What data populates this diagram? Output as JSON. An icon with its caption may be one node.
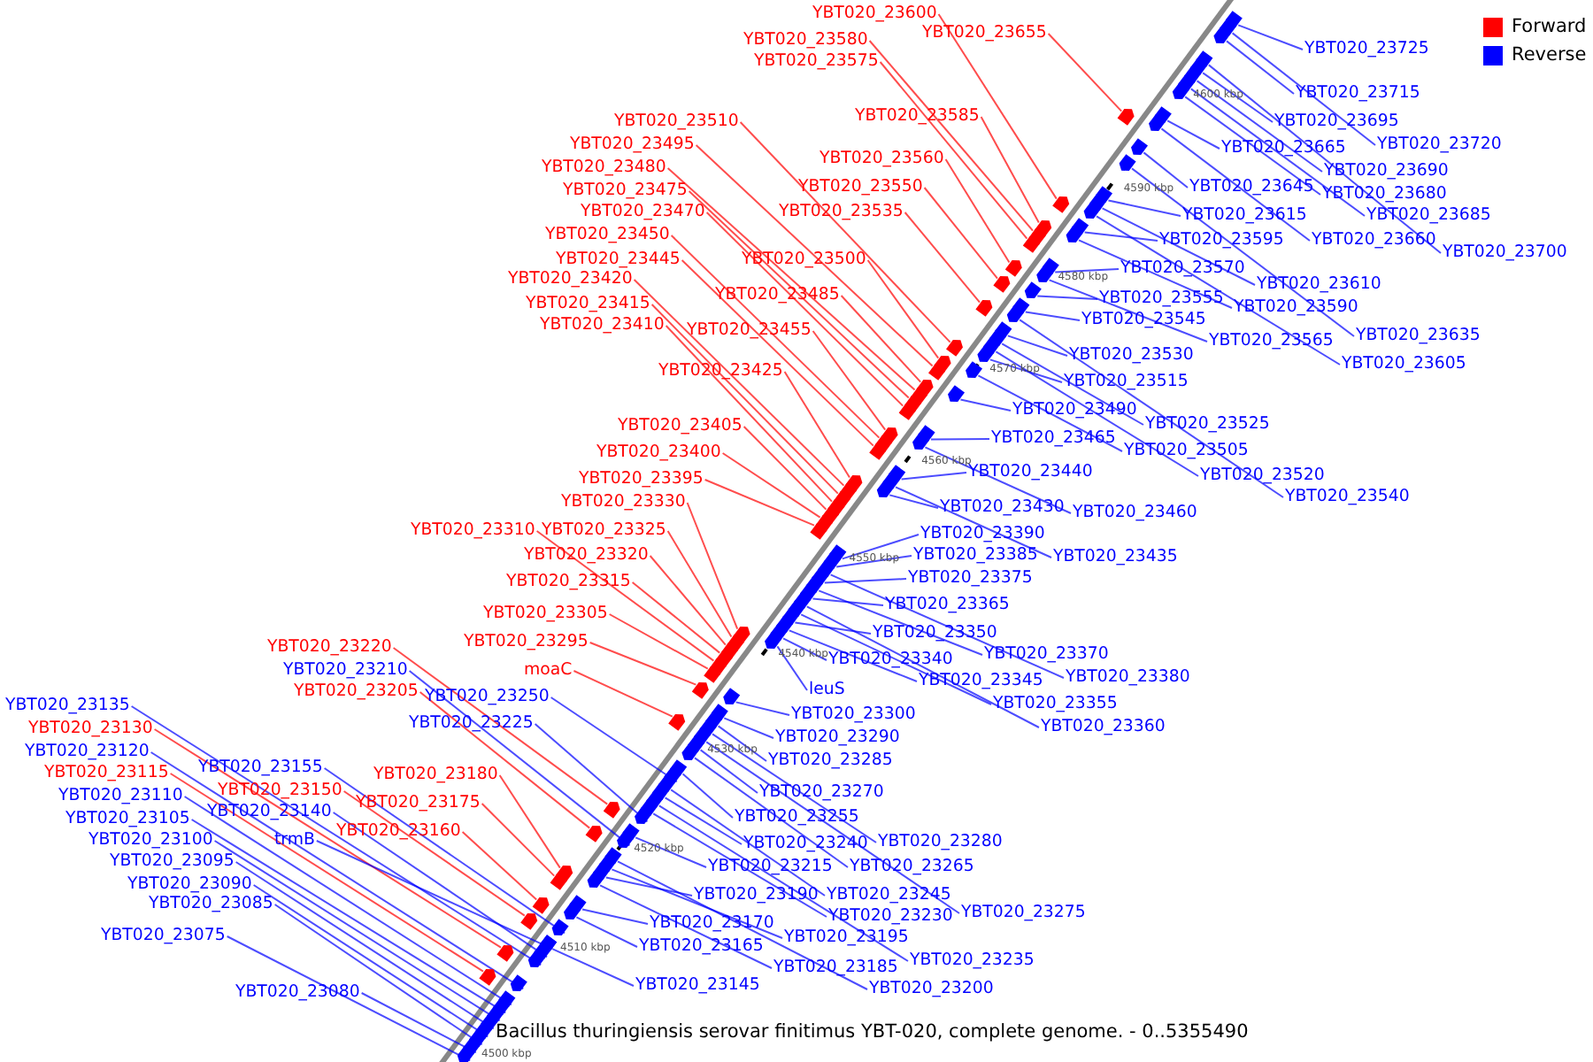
{
  "diagram": {
    "caption": "Bacillus thuringiensis serovar finitimus YBT-020, complete genome. - 0..5355490",
    "nodes": [
      {
        "text": [
          "YBT020_23600"
        ]
      },
      {
        "text": [
          "YBT020_23655"
        ]
      },
      {
        "text": [
          "YBT020_23580"
        ]
      },
      {
        "text": [
          "YBT020_23575"
        ]
      },
      {
        "text": [
          "YBT020_23585"
        ]
      },
      {
        "text": [
          "YBT020_23510"
        ]
      },
      {
        "text": [
          "YBT020_23495"
        ]
      },
      {
        "text": [
          "YBT020_23560"
        ]
      },
      {
        "text": [
          "YBT020_23480"
        ]
      },
      {
        "text": [
          "YBT020_23550"
        ]
      },
      {
        "text": [
          "YBT020_23475"
        ]
      },
      {
        "text": [
          "YBT020_23470"
        ]
      },
      {
        "text": [
          "YBT020_23535"
        ]
      },
      {
        "text": [
          "YBT020_23450"
        ]
      },
      {
        "text": [
          "YBT020_23500"
        ]
      },
      {
        "text": [
          "YBT020_23445"
        ]
      },
      {
        "text": [
          "YBT020_23420"
        ]
      },
      {
        "text": [
          "YBT020_23485"
        ]
      },
      {
        "text": [
          "YBT020_23415"
        ]
      },
      {
        "text": [
          "YBT020_23410"
        ]
      },
      {
        "text": [
          "YBT020_23455"
        ]
      },
      {
        "text": [
          "YBT020_23425"
        ]
      },
      {
        "text": [
          "YBT020_23405"
        ]
      },
      {
        "text": [
          "YBT020_23400"
        ]
      },
      {
        "text": [
          "YBT020_23395"
        ]
      },
      {
        "text": [
          "YBT020_23330"
        ]
      },
      {
        "text": [
          "YBT020_23310"
        ]
      },
      {
        "text": [
          "YBT020_23325"
        ]
      },
      {
        "text": [
          "YBT020_23320"
        ]
      },
      {
        "text": [
          "YBT020_23315"
        ]
      },
      {
        "text": [
          "YBT020_23305"
        ]
      },
      {
        "text": [
          "YBT020_23295"
        ]
      },
      {
        "text": [
          "YBT020_23220"
        ]
      },
      {
        "text": [
          "moaC"
        ]
      },
      {
        "text": [
          "YBT020_23210"
        ]
      },
      {
        "text": [
          "YBT020_23205"
        ]
      },
      {
        "text": [
          "YBT020_23250"
        ]
      },
      {
        "text": [
          "YBT020_23135"
        ]
      },
      {
        "text": [
          "YBT020_23225"
        ]
      },
      {
        "text": [
          "YBT020_23130"
        ]
      },
      {
        "text": [
          "YBT020_23120"
        ]
      },
      {
        "text": [
          "YBT020_23155"
        ]
      },
      {
        "text": [
          "YBT020_23115"
        ]
      },
      {
        "text": [
          "YBT020_23180"
        ]
      },
      {
        "text": [
          "YBT020_23150"
        ]
      },
      {
        "text": [
          "YBT020_23110"
        ]
      },
      {
        "text": [
          "YBT020_23175"
        ]
      },
      {
        "text": [
          "YBT020_23140"
        ]
      },
      {
        "text": [
          "YBT020_23105"
        ]
      },
      {
        "text": [
          "YBT020_23160"
        ]
      },
      {
        "text": [
          "trmB"
        ]
      },
      {
        "text": [
          "YBT020_23100"
        ]
      },
      {
        "text": [
          "YBT020_23095"
        ]
      },
      {
        "text": [
          "YBT020_23090"
        ]
      },
      {
        "text": [
          "YBT020_23085"
        ]
      },
      {
        "text": [
          "YBT020_23075"
        ]
      },
      {
        "text": [
          "YBT020_23080"
        ]
      },
      {
        "text": [
          "YBT020_23725"
        ]
      },
      {
        "text": [
          "YBT020_23715"
        ]
      },
      {
        "text": [
          "YBT020_23695"
        ]
      },
      {
        "text": [
          "YBT020_23720"
        ]
      },
      {
        "text": [
          "YBT020_23665"
        ]
      },
      {
        "text": [
          "YBT020_23690"
        ]
      },
      {
        "text": [
          "YBT020_23645"
        ]
      },
      {
        "text": [
          "YBT020_23680"
        ]
      },
      {
        "text": [
          "YBT020_23615"
        ]
      },
      {
        "text": [
          "YBT020_23685"
        ]
      },
      {
        "text": [
          "YBT020_23595"
        ]
      },
      {
        "text": [
          "YBT020_23660"
        ]
      },
      {
        "text": [
          "YBT020_23700"
        ]
      },
      {
        "text": [
          "YBT020_23570"
        ]
      },
      {
        "text": [
          "YBT020_23610"
        ]
      },
      {
        "text": [
          "YBT020_23555"
        ]
      },
      {
        "text": [
          "YBT020_23590"
        ]
      },
      {
        "text": [
          "YBT020_23545"
        ]
      },
      {
        "text": [
          "YBT020_23635"
        ]
      },
      {
        "text": [
          "YBT020_23565"
        ]
      },
      {
        "text": [
          "YBT020_23530"
        ]
      },
      {
        "text": [
          "YBT020_23605"
        ]
      },
      {
        "text": [
          "YBT020_23515"
        ]
      },
      {
        "text": [
          "YBT020_23490"
        ]
      },
      {
        "text": [
          "YBT020_23525"
        ]
      },
      {
        "text": [
          "YBT020_23465"
        ]
      },
      {
        "text": [
          "YBT020_23505"
        ]
      },
      {
        "text": [
          "YBT020_23440"
        ]
      },
      {
        "text": [
          "YBT020_23520"
        ]
      },
      {
        "text": [
          "YBT020_23540"
        ]
      },
      {
        "text": [
          "YBT020_23430"
        ]
      },
      {
        "text": [
          "YBT020_23460"
        ]
      },
      {
        "text": [
          "YBT020_23390"
        ]
      },
      {
        "text": [
          "YBT020_23385"
        ]
      },
      {
        "text": [
          "YBT020_23435"
        ]
      },
      {
        "text": [
          "YBT020_23375"
        ]
      },
      {
        "text": [
          "YBT020_23365"
        ]
      },
      {
        "text": [
          "YBT020_23350"
        ]
      },
      {
        "text": [
          "YBT020_23370"
        ]
      },
      {
        "text": [
          "YBT020_23340"
        ]
      },
      {
        "text": [
          "YBT020_23380"
        ]
      },
      {
        "text": [
          "YBT020_23345"
        ]
      },
      {
        "text": [
          "leuS"
        ]
      },
      {
        "text": [
          "YBT020_23355"
        ]
      },
      {
        "text": [
          "YBT020_23300"
        ]
      },
      {
        "text": [
          "YBT020_23360"
        ]
      },
      {
        "text": [
          "YBT020_23290"
        ]
      },
      {
        "text": [
          "YBT020_23285"
        ]
      },
      {
        "text": [
          "YBT020_23270"
        ]
      },
      {
        "text": [
          "YBT020_23255"
        ]
      },
      {
        "text": [
          "YBT020_23280"
        ]
      },
      {
        "text": [
          "YBT020_23240"
        ]
      },
      {
        "text": [
          "YBT020_23215"
        ]
      },
      {
        "text": [
          "YBT020_23265"
        ]
      },
      {
        "text": [
          "YBT020_23190"
        ]
      },
      {
        "text": [
          "YBT020_23245"
        ]
      },
      {
        "text": [
          "YBT020_23275"
        ]
      },
      {
        "text": [
          "YBT020_23230"
        ]
      },
      {
        "text": [
          "YBT020_23170"
        ]
      },
      {
        "text": [
          "YBT020_23195"
        ]
      },
      {
        "text": [
          "YBT020_23165"
        ]
      },
      {
        "text": [
          "YBT020_23235"
        ]
      },
      {
        "text": [
          "YBT020_23185"
        ]
      },
      {
        "text": [
          "YBT020_23145"
        ]
      },
      {
        "text": [
          "YBT020_23200"
        ]
      },
      {
        "text": [],
        "shape": "pentagon"
      },
      {
        "text": [],
        "shape": "pentagon"
      },
      {
        "text": [],
        "shape": "pentagon"
      },
      {
        "text": [],
        "shape": "pentagon"
      },
      {
        "text": [],
        "shape": "pentagon"
      },
      {
        "text": [],
        "shape": "pentagon"
      },
      {
        "text": [],
        "shape": "pentagon"
      },
      {
        "text": [],
        "shape": "pentagon"
      },
      {
        "text": [],
        "shape": "pentagon"
      },
      {
        "text": [],
        "shape": "pentagon"
      },
      {
        "text": [],
        "shape": "pentagon"
      },
      {
        "text": [],
        "shape": "pentagon"
      },
      {
        "text": [],
        "shape": "pentagon"
      },
      {
        "text": [],
        "shape": "pentagon"
      },
      {
        "text": [],
        "shape": "pentagon"
      },
      {
        "text": [],
        "shape": "pentagon"
      },
      {
        "text": [],
        "shape": "pentagon"
      },
      {
        "text": [],
        "shape": "pentagon"
      },
      {
        "text": [],
        "shape": "pentagon"
      },
      {
        "text": [],
        "shape": "pentagon"
      },
      {
        "text": [],
        "shape": "pentagon"
      },
      {
        "text": [],
        "shape": "pentagon"
      },
      {
        "text": [],
        "shape": "pentagon"
      },
      {
        "text": [],
        "shape": "pentagon"
      },
      {
        "text": [],
        "shape": "pentagon"
      },
      {
        "text": [],
        "shape": "pentagon"
      },
      {
        "text": [],
        "shape": "pentagon"
      },
      {
        "text": [],
        "shape": "pentagon"
      },
      {
        "text": [],
        "shape": "pentagon"
      },
      {
        "text": [],
        "shape": "pentagon"
      },
      {
        "text": [],
        "shape": "pentagon"
      },
      {
        "text": [],
        "shape": "pentagon"
      },
      {
        "text": [],
        "shape": "pentagon"
      },
      {
        "text": [],
        "shape": "pentagon"
      },
      {
        "text": [],
        "shape": "pentagon"
      },
      {
        "text": [],
        "shape": "pentagon"
      },
      {
        "text": [],
        "shape": "pentagon"
      },
      {
        "text": [],
        "shape": "pentagon"
      },
      {
        "text": [],
        "shape": "pentagon"
      },
      {
        "text": [],
        "shape": "pentagon"
      },
      {
        "text": [],
        "shape": "pentagon"
      },
      {
        "text": [],
        "shape": "pentagon"
      },
      {
        "text": [],
        "shape": "pentagon"
      },
      {
        "text": [],
        "shape": "pentagon"
      },
      {
        "text": [],
        "shape": "pentagon"
      },
      {
        "text": [],
        "shape": "pentagon"
      },
      {
        "text": [],
        "shape": "pentagon"
      },
      {
        "text": [],
        "shape": "pentagon"
      },
      {
        "text": [],
        "shape": "pentagon"
      },
      {
        "text": [],
        "shape": "pentagon"
      },
      {
        "text": [],
        "shape": "pentagon"
      },
      {
        "text": [],
        "shape": "pentagon"
      },
      {
        "text": [],
        "shape": "pentagon"
      },
      {
        "text": [],
        "shape": "pentagon"
      },
      {
        "text": [],
        "shape": "pentagon"
      },
      {
        "text": [],
        "shape": "pentagon"
      },
      {
        "text": [],
        "shape": "pentagon"
      },
      {
        "text": [],
        "shape": "pentagon"
      },
      {
        "text": [],
        "shape": "pentagon"
      },
      {
        "text": [],
        "shape": "pentagon"
      },
      {
        "text": [],
        "shape": "pentagon"
      },
      {
        "text": [],
        "shape": "pentagon"
      },
      {
        "text": [],
        "shape": "pentagon"
      },
      {
        "text": [],
        "shape": "pentagon"
      },
      {
        "text": [],
        "shape": "pentagon"
      },
      {
        "text": [],
        "shape": "pentagon"
      },
      {
        "text": [],
        "shape": "pentagon"
      },
      {
        "text": [],
        "shape": "pentagon"
      },
      {
        "text": [],
        "shape": "pentagon"
      },
      {
        "text": [],
        "shape": "pentagon"
      },
      {
        "text": [],
        "shape": "pentagon"
      },
      {
        "text": [],
        "shape": "pentagon"
      },
      {
        "text": [],
        "shape": "pentagon"
      },
      {
        "text": [],
        "shape": "pentagon"
      },
      {
        "text": [],
        "shape": "pentagon"
      },
      {
        "text": [],
        "shape": "pentagon"
      },
      {
        "text": [],
        "shape": "pentagon"
      },
      {
        "text": [],
        "shape": "pentagon"
      },
      {
        "text": [],
        "shape": "pentagon"
      },
      {
        "text": [],
        "shape": "pentagon"
      },
      {
        "text": [],
        "shape": "pentagon"
      },
      {
        "text": [],
        "shape": "pentagon"
      },
      {
        "text": [],
        "shape": "pentagon"
      },
      {
        "text": [],
        "shape": "pentagon"
      },
      {
        "text": [],
        "shape": "pentagon"
      },
      {
        "text": [],
        "shape": "pentagon"
      },
      {
        "text": [],
        "shape": "pentagon"
      },
      {
        "text": [],
        "shape": "pentagon"
      },
      {
        "text": [],
        "shape": "pentagon"
      },
      {
        "text": [],
        "shape": "pentagon"
      },
      {
        "text": [],
        "shape": "pentagon"
      },
      {
        "text": [],
        "shape": "pentagon"
      },
      {
        "text": [],
        "shape": "pentagon"
      },
      {
        "text": [],
        "shape": "pentagon"
      },
      {
        "text": [],
        "shape": "pentagon"
      },
      {
        "text": [],
        "shape": "pentagon"
      },
      {
        "text": [],
        "shape": "pentagon"
      },
      {
        "text": [],
        "shape": "pentagon"
      },
      {
        "text": [],
        "shape": "pentagon"
      },
      {
        "text": [],
        "shape": "pentagon"
      },
      {
        "text": [],
        "shape": "pentagon"
      },
      {
        "text": [],
        "shape": "pentagon"
      },
      {
        "text": [],
        "shape": "pentagon"
      },
      {
        "text": [],
        "shape": "pentagon"
      },
      {
        "text": [],
        "shape": "pentagon"
      },
      {
        "text": [],
        "shape": "pentagon"
      },
      {
        "text": [],
        "shape": "pentagon"
      },
      {
        "text": [],
        "shape": "pentagon"
      },
      {
        "text": [],
        "shape": "pentagon"
      },
      {
        "text": [],
        "shape": "pentagon"
      },
      {
        "text": [],
        "shape": "pentagon"
      },
      {
        "text": [],
        "shape": "pentagon"
      },
      {
        "text": [],
        "shape": "pentagon"
      },
      {
        "text": [],
        "shape": "pentagon"
      },
      {
        "text": [],
        "shape": "pentagon"
      },
      {
        "text": [],
        "shape": "pentagon"
      },
      {
        "text": [],
        "shape": "pentagon"
      },
      {
        "text": [],
        "shape": "pentagon"
      },
      {
        "text": [],
        "shape": "pentagon"
      },
      {
        "text": [],
        "shape": "pentagon"
      },
      {
        "text": [],
        "shape": "pentagon"
      },
      {
        "text": [],
        "shape": "pentagon"
      }
    ],
    "edges": [
      {
        "from": 0,
        "to": 122,
        "arrow": "none",
        "color": "#ff0000"
      },
      {
        "from": 1,
        "to": 123,
        "arrow": "none",
        "color": "#ff0000"
      },
      {
        "from": 2,
        "to": 124,
        "arrow": "none",
        "color": "#ff0000"
      },
      {
        "from": 3,
        "to": 125,
        "arrow": "none",
        "color": "#ff0000"
      },
      {
        "from": 4,
        "to": 126,
        "arrow": "none",
        "color": "#ff0000"
      },
      {
        "from": 5,
        "to": 127,
        "arrow": "none",
        "color": "#ff0000"
      },
      {
        "from": 6,
        "to": 128,
        "arrow": "none",
        "color": "#ff0000"
      },
      {
        "from": 7,
        "to": 129,
        "arrow": "none",
        "color": "#ff0000"
      },
      {
        "from": 8,
        "to": 130,
        "arrow": "none",
        "color": "#ff0000"
      },
      {
        "from": 9,
        "to": 131,
        "arrow": "none",
        "color": "#ff0000"
      },
      {
        "from": 10,
        "to": 132,
        "arrow": "none",
        "color": "#ff0000"
      },
      {
        "from": 11,
        "to": 133,
        "arrow": "none",
        "color": "#ff0000"
      },
      {
        "from": 12,
        "to": 134,
        "arrow": "none",
        "color": "#ff0000"
      },
      {
        "from": 13,
        "to": 135,
        "arrow": "none",
        "color": "#ff0000"
      },
      {
        "from": 14,
        "to": 136,
        "arrow": "none",
        "color": "#ff0000"
      },
      {
        "from": 15,
        "to": 137,
        "arrow": "none",
        "color": "#ff0000"
      },
      {
        "from": 16,
        "to": 138,
        "arrow": "none",
        "color": "#ff0000"
      },
      {
        "from": 17,
        "to": 139,
        "arrow": "none",
        "color": "#ff0000"
      },
      {
        "from": 18,
        "to": 140,
        "arrow": "none",
        "color": "#ff0000"
      },
      {
        "from": 19,
        "to": 141,
        "arrow": "none",
        "color": "#ff0000"
      },
      {
        "from": 20,
        "to": 142,
        "arrow": "none",
        "color": "#ff0000"
      },
      {
        "from": 21,
        "to": 143,
        "arrow": "none",
        "color": "#ff0000"
      },
      {
        "from": 22,
        "to": 144,
        "arrow": "none",
        "color": "#ff0000"
      },
      {
        "from": 23,
        "to": 145,
        "arrow": "none",
        "color": "#ff0000"
      },
      {
        "from": 24,
        "to": 146,
        "arrow": "none",
        "color": "#ff0000"
      },
      {
        "from": 25,
        "to": 147,
        "arrow": "none",
        "color": "#ff0000"
      },
      {
        "from": 26,
        "to": 148,
        "arrow": "none",
        "color": "#ff0000"
      },
      {
        "from": 27,
        "to": 149,
        "arrow": "none",
        "color": "#ff0000"
      },
      {
        "from": 28,
        "to": 150,
        "arrow": "none",
        "color": "#ff0000"
      },
      {
        "from": 29,
        "to": 151,
        "arrow": "none",
        "color": "#ff0000"
      },
      {
        "from": 30,
        "to": 152,
        "arrow": "none",
        "color": "#ff0000"
      },
      {
        "from": 31,
        "to": 153,
        "arrow": "none",
        "color": "#ff0000"
      },
      {
        "from": 32,
        "to": 154,
        "arrow": "none",
        "color": "#ff0000"
      },
      {
        "from": 33,
        "to": 155,
        "arrow": "none",
        "color": "#ff0000"
      },
      {
        "from": 34,
        "to": 156,
        "arrow": "none"
      },
      {
        "from": 35,
        "to": 157,
        "arrow": "none",
        "color": "#ff0000"
      },
      {
        "from": 36,
        "to": 158,
        "arrow": "none"
      },
      {
        "from": 37,
        "to": 159,
        "arrow": "none"
      },
      {
        "from": 38,
        "to": 160,
        "arrow": "none"
      },
      {
        "from": 39,
        "to": 161,
        "arrow": "none",
        "color": "#ff0000"
      },
      {
        "from": 40,
        "to": 162,
        "arrow": "none"
      },
      {
        "from": 41,
        "to": 163,
        "arrow": "none"
      },
      {
        "from": 42,
        "to": 164,
        "arrow": "none",
        "color": "#ff0000"
      },
      {
        "from": 43,
        "to": 165,
        "arrow": "none",
        "color": "#ff0000"
      },
      {
        "from": 44,
        "to": 166,
        "arrow": "none",
        "color": "#ff0000"
      },
      {
        "from": 45,
        "to": 167,
        "arrow": "none"
      },
      {
        "from": 46,
        "to": 168,
        "arrow": "none",
        "color": "#ff0000"
      },
      {
        "from": 47,
        "to": 169,
        "arrow": "none"
      },
      {
        "from": 48,
        "to": 170,
        "arrow": "none"
      },
      {
        "from": 49,
        "to": 171,
        "arrow": "none",
        "color": "#ff0000"
      },
      {
        "from": 50,
        "to": 172,
        "arrow": "none"
      },
      {
        "from": 51,
        "to": 173,
        "arrow": "none"
      },
      {
        "from": 52,
        "to": 174,
        "arrow": "none"
      },
      {
        "from": 53,
        "to": 175,
        "arrow": "none"
      },
      {
        "from": 54,
        "to": 176,
        "arrow": "none"
      },
      {
        "from": 55,
        "to": 177,
        "arrow": "none"
      },
      {
        "from": 56,
        "to": 178,
        "arrow": "none"
      },
      {
        "from": 57,
        "to": 179,
        "arrow": "none"
      },
      {
        "from": 58,
        "to": 180,
        "arrow": "none"
      },
      {
        "from": 59,
        "to": 181,
        "arrow": "none"
      },
      {
        "from": 60,
        "to": 182,
        "arrow": "none"
      },
      {
        "from": 61,
        "to": 183,
        "arrow": "none"
      },
      {
        "from": 62,
        "to": 184,
        "arrow": "none"
      },
      {
        "from": 63,
        "to": 185,
        "arrow": "none"
      },
      {
        "from": 64,
        "to": 186,
        "arrow": "none"
      },
      {
        "from": 65,
        "to": 187,
        "arrow": "none"
      },
      {
        "from": 66,
        "to": 188,
        "arrow": "none"
      },
      {
        "from": 67,
        "to": 189,
        "arrow": "none"
      },
      {
        "from": 68,
        "to": 190,
        "arrow": "none"
      },
      {
        "from": 69,
        "to": 191,
        "arrow": "none"
      },
      {
        "from": 70,
        "to": 192,
        "arrow": "none"
      },
      {
        "from": 71,
        "to": 193,
        "arrow": "none"
      },
      {
        "from": 72,
        "to": 194,
        "arrow": "none"
      },
      {
        "from": 73,
        "to": 195,
        "arrow": "none"
      },
      {
        "from": 74,
        "to": 196,
        "arrow": "none"
      },
      {
        "from": 75,
        "to": 197,
        "arrow": "none"
      },
      {
        "from": 76,
        "to": 198,
        "arrow": "none"
      },
      {
        "from": 77,
        "to": 199,
        "arrow": "none"
      },
      {
        "from": 78,
        "to": 200,
        "arrow": "none"
      },
      {
        "from": 79,
        "to": 201,
        "arrow": "none"
      },
      {
        "from": 80,
        "to": 202,
        "arrow": "none"
      },
      {
        "from": 81,
        "to": 203,
        "arrow": "none"
      },
      {
        "from": 82,
        "to": 204,
        "arrow": "none"
      },
      {
        "from": 83,
        "to": 205,
        "arrow": "none"
      },
      {
        "from": 84,
        "to": 206,
        "arrow": "none"
      },
      {
        "from": 85,
        "to": 207,
        "arrow": "none"
      },
      {
        "from": 86,
        "to": 208,
        "arrow": "none"
      },
      {
        "from": 87,
        "to": 209,
        "arrow": "none"
      },
      {
        "from": 88,
        "to": 210,
        "arrow": "none"
      },
      {
        "from": 89,
        "to": 211,
        "arrow": "none"
      },
      {
        "from": 90,
        "to": 212,
        "arrow": "none"
      },
      {
        "from": 91,
        "to": 213,
        "arrow": "none"
      },
      {
        "from": 92,
        "to": 214,
        "arrow": "none"
      },
      {
        "from": 93,
        "to": 215,
        "arrow": "none"
      },
      {
        "from": 94,
        "to": 216,
        "arrow": "none"
      },
      {
        "from": 95,
        "to": 217,
        "arrow": "none"
      },
      {
        "from": 96,
        "to": 218,
        "arrow": "none"
      },
      {
        "from": 97,
        "to": 219,
        "arrow": "none"
      },
      {
        "from": 98,
        "to": 220,
        "arrow": "none"
      },
      {
        "from": 99,
        "to": 221,
        "arrow": "none"
      },
      {
        "from": 100,
        "to": 222,
        "arrow": "none"
      },
      {
        "from": 101,
        "to": 223,
        "arrow": "none"
      },
      {
        "from": 102,
        "to": 224,
        "arrow": "none"
      },
      {
        "from": 103,
        "to": 225,
        "arrow": "none"
      },
      {
        "from": 104,
        "to": 226,
        "arrow": "none"
      },
      {
        "from": 105,
        "to": 227,
        "arrow": "none"
      },
      {
        "from": 106,
        "to": 228,
        "arrow": "none"
      },
      {
        "from": 107,
        "to": 229,
        "arrow": "none"
      },
      {
        "from": 108,
        "to": 230,
        "arrow": "none"
      },
      {
        "from": 109,
        "to": 231,
        "arrow": "none"
      },
      {
        "from": 110,
        "to": 232,
        "arrow": "none"
      },
      {
        "from": 111,
        "to": 233,
        "arrow": "none"
      },
      {
        "from": 112,
        "to": 234,
        "arrow": "none"
      },
      {
        "from": 113,
        "to": 235,
        "arrow": "none"
      },
      {
        "from": 114,
        "to": 236,
        "arrow": "none"
      },
      {
        "from": 115,
        "to": 237,
        "arrow": "none"
      },
      {
        "from": 116,
        "to": 238,
        "arrow": "none"
      },
      {
        "from": 117,
        "to": 239,
        "arrow": "none"
      },
      {
        "from": 118,
        "to": 240,
        "arrow": "none"
      },
      {
        "from": 119,
        "to": 241,
        "arrow": "none"
      },
      {
        "from": 120,
        "to": 242,
        "arrow": "none"
      },
      {
        "from": 121,
        "to": 243,
        "arrow": "none"
      }
    ],
    "labels": [
      "4600 kbp",
      "4590 kbp",
      "4580 kbp",
      "4570 kbp",
      "4560 kbp",
      "4550 kbp",
      "4540 kbp",
      "4530 kbp",
      "4520 kbp",
      "4510 kbp",
      "4500 kbp"
    ],
    "legend": [
      {
        "text": "Forward",
        "color": "#ff0000"
      },
      {
        "text": "Reverse",
        "color": "#0000ff"
      }
    ]
  }
}
